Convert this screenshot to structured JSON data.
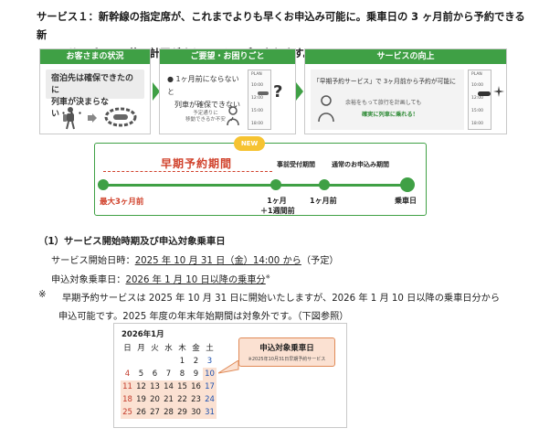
{
  "heading": {
    "line1": "サービス１：新幹線の指定席が、これまでよりも早くお申込み可能に。乗車日の 3 ヶ月前から予約できる新",
    "line2": "サービスで、旅の計画がさらにスムーズになります。"
  },
  "panels": {
    "situation": {
      "title": "お客さまの状況",
      "bubble": [
        "宿泊先は確保できたのに",
        "列車が決まらない・・・"
      ]
    },
    "request": {
      "title": "ご要望・お困りごと",
      "bullets": [
        "1ヶ月前にならないと",
        "列車が確保できない"
      ],
      "note": [
        "予定通りに",
        "移動できるか不安"
      ],
      "plan_label": "PLAN",
      "times": [
        "10:00",
        "12:00",
        "15:00",
        "18:00"
      ],
      "mark": "?"
    },
    "improvement": {
      "title": "サービスの向上",
      "line1": "「早期予約サービス」で 3ヶ月前から予約が可能に",
      "line2": "余裕をもって旅行を計画しても",
      "line3": "確実に列車に乗れる！",
      "plan_label": "PLAN",
      "times": [
        "10:00",
        "12:00",
        "15:00",
        "18:00"
      ]
    }
  },
  "timeline": {
    "new_badge": "NEW",
    "early_label": "早期予約期間",
    "pre_label": "事前受付期間",
    "normal_label": "通常のお申込み期間",
    "points": [
      {
        "label": "最大3ヶ月前",
        "sub": ""
      },
      {
        "label": "1ヶ月",
        "sub": "＋1週間前"
      },
      {
        "label": "1ヶ月前",
        "sub": ""
      },
      {
        "label": "乗車日",
        "sub": ""
      }
    ]
  },
  "section": {
    "title": "（1）サービス開始時期及び申込対象乗車日",
    "start_label": "サービス開始日時：",
    "start_value": "2025 年 10 月 31 日（金）14:00 から",
    "start_note": "（予定）",
    "target_label": "申込対象乗車日：",
    "target_value": "2026 年 1 月 10 日以降の乗車分",
    "target_mark": "※"
  },
  "note": {
    "mark": "※",
    "line1": "早期予約サービスは 2025 年 10 月 31 日に開始いたしますが、2026 年 1 月 10 日以降の乗車日分から",
    "line2": "申込可能です。2025 年度の年末年始期間は対象外です。（下図参照）"
  },
  "calendar": {
    "title": "2026年1月",
    "weekdays": [
      "日",
      "月",
      "火",
      "水",
      "木",
      "金",
      "土"
    ],
    "weeks": [
      [
        "",
        "",
        "",
        "",
        "1",
        "2",
        "3"
      ],
      [
        "4",
        "5",
        "6",
        "7",
        "8",
        "9",
        "10"
      ],
      [
        "11",
        "12",
        "13",
        "14",
        "15",
        "16",
        "17"
      ],
      [
        "18",
        "19",
        "20",
        "21",
        "22",
        "23",
        "24"
      ],
      [
        "25",
        "26",
        "27",
        "28",
        "29",
        "30",
        "31"
      ]
    ],
    "callout_title": "申込対象乗車日",
    "callout_sub": "※2025年10月31日早期予約サービス",
    "colors": {
      "sunday": "#c33a2a",
      "saturday": "#1f52b0",
      "highlight": "#fbe1d2",
      "callout_border": "#e08a57"
    }
  }
}
